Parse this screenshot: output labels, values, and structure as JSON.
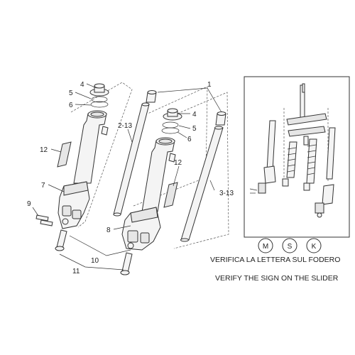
{
  "callouts": {
    "c1": "1",
    "c2_13": "2-13",
    "c3_13": "3-13",
    "c4a": "4",
    "c4b": "4",
    "c5a": "5",
    "c5b": "5",
    "c6a": "6",
    "c6b": "6",
    "c7": "7",
    "c8": "8",
    "c9": "9",
    "c10": "10",
    "c11": "11",
    "c12a": "12",
    "c12b": "12"
  },
  "inset": {
    "letters": [
      "M",
      "S",
      "K"
    ],
    "note_it": "VERIFICA LA LETTERA SUL FODERO",
    "note_en": "VERIFY THE SIGN ON THE SLIDER"
  },
  "colors": {
    "line": "#333333",
    "fill": "#f4f4f4",
    "shade": "#e6e6e6"
  }
}
